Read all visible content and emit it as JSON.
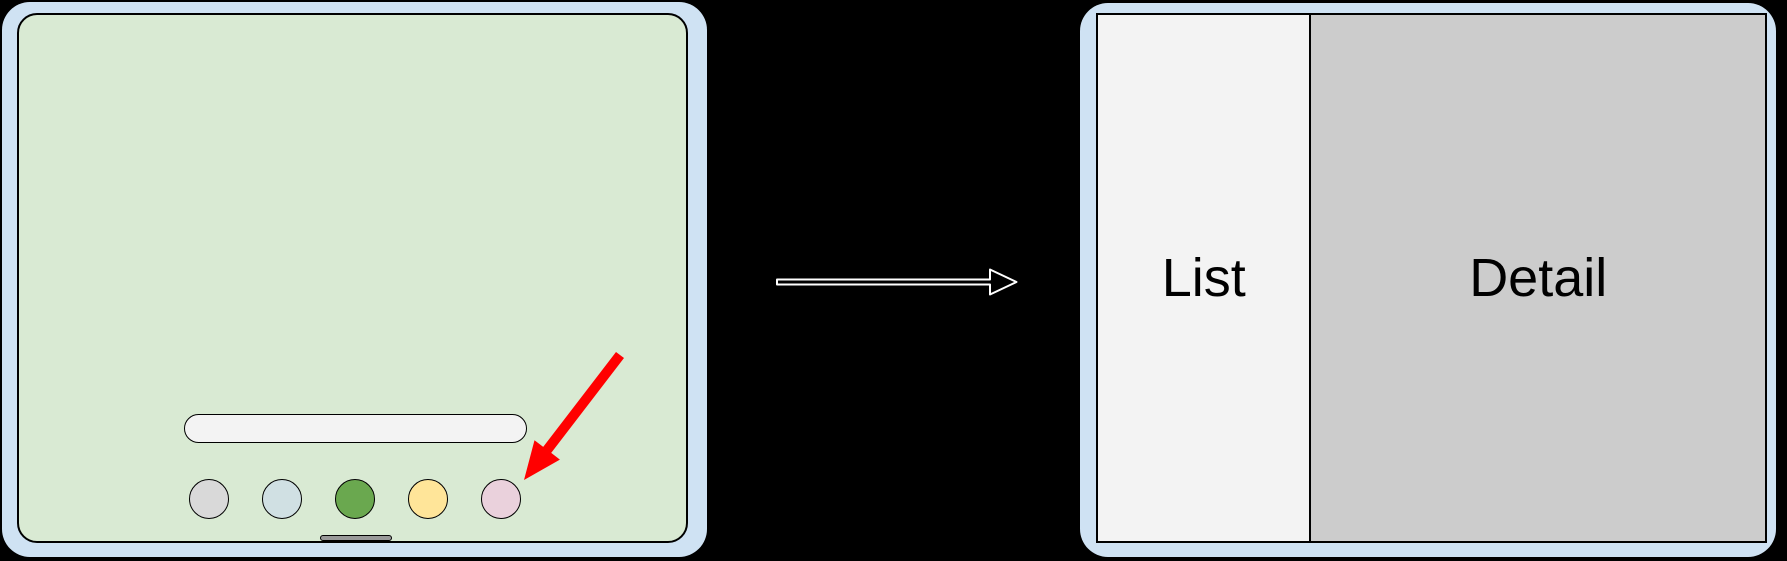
{
  "background_color": "#000000",
  "left_device": {
    "frame_color": "#cfe2f3",
    "screen_color": "#d9ead3",
    "search_bar": {
      "fill": "#f3f3f3",
      "value": "",
      "placeholder": ""
    },
    "dock_apps": [
      {
        "name": "gray-app",
        "color": "#d9d9d9"
      },
      {
        "name": "blue-app",
        "color": "#d0e0e3"
      },
      {
        "name": "green-app",
        "color": "#6aa84f"
      },
      {
        "name": "yellow-app",
        "color": "#ffe599"
      },
      {
        "name": "pink-app",
        "color": "#ead1dc",
        "pointed_at": true
      }
    ],
    "home_indicator_color": "#999999",
    "pointer_arrow_color": "#ff0000"
  },
  "transition_arrow": {
    "fill": "#000000",
    "outline": "#ffffff"
  },
  "right_device": {
    "frame_color": "#cfe2f3",
    "panel_border_color": "#000000",
    "panes": [
      {
        "label": "List",
        "fill": "#f3f3f3"
      },
      {
        "label": "Detail",
        "fill": "#cccccc"
      }
    ]
  }
}
